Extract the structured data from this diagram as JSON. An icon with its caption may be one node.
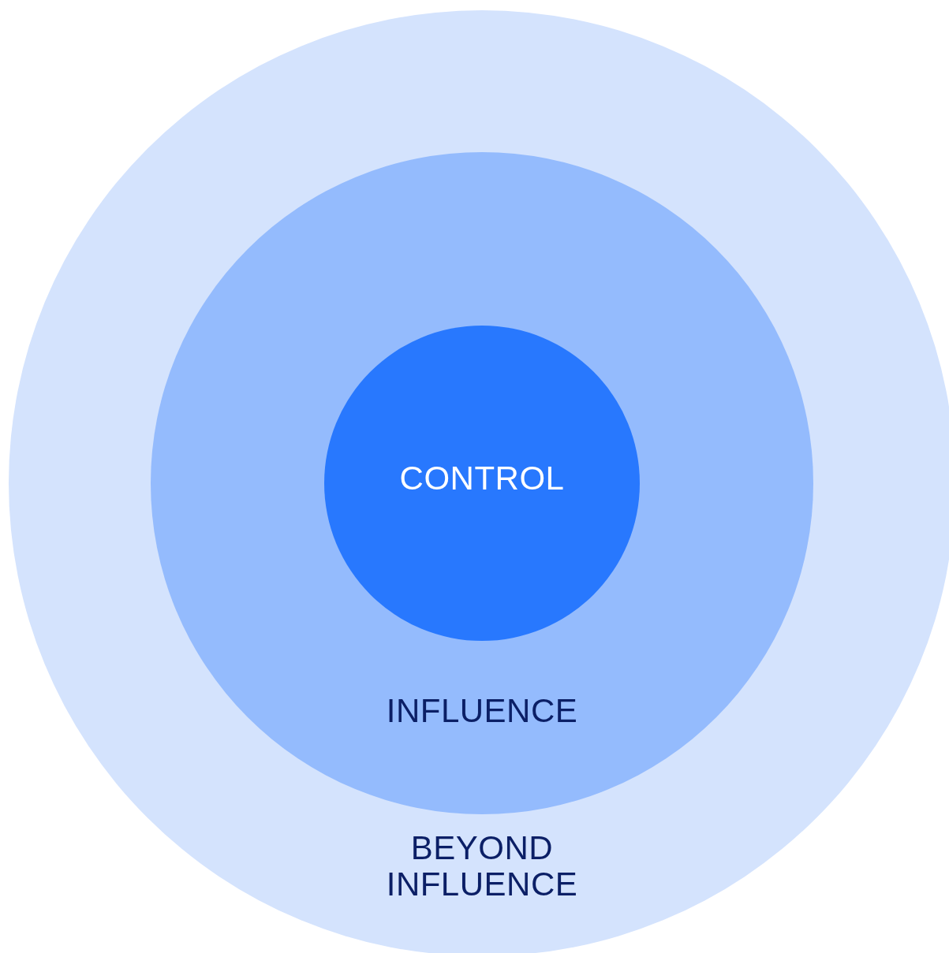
{
  "diagram": {
    "nodes": [
      {
        "text": [
          "BEYOND INFLUENCE"
        ]
      },
      {
        "text": [
          "INFLUENCE"
        ],
        "in": 0
      },
      {
        "text": [
          "CONTROL"
        ],
        "in": 1
      }
    ]
  }
}
